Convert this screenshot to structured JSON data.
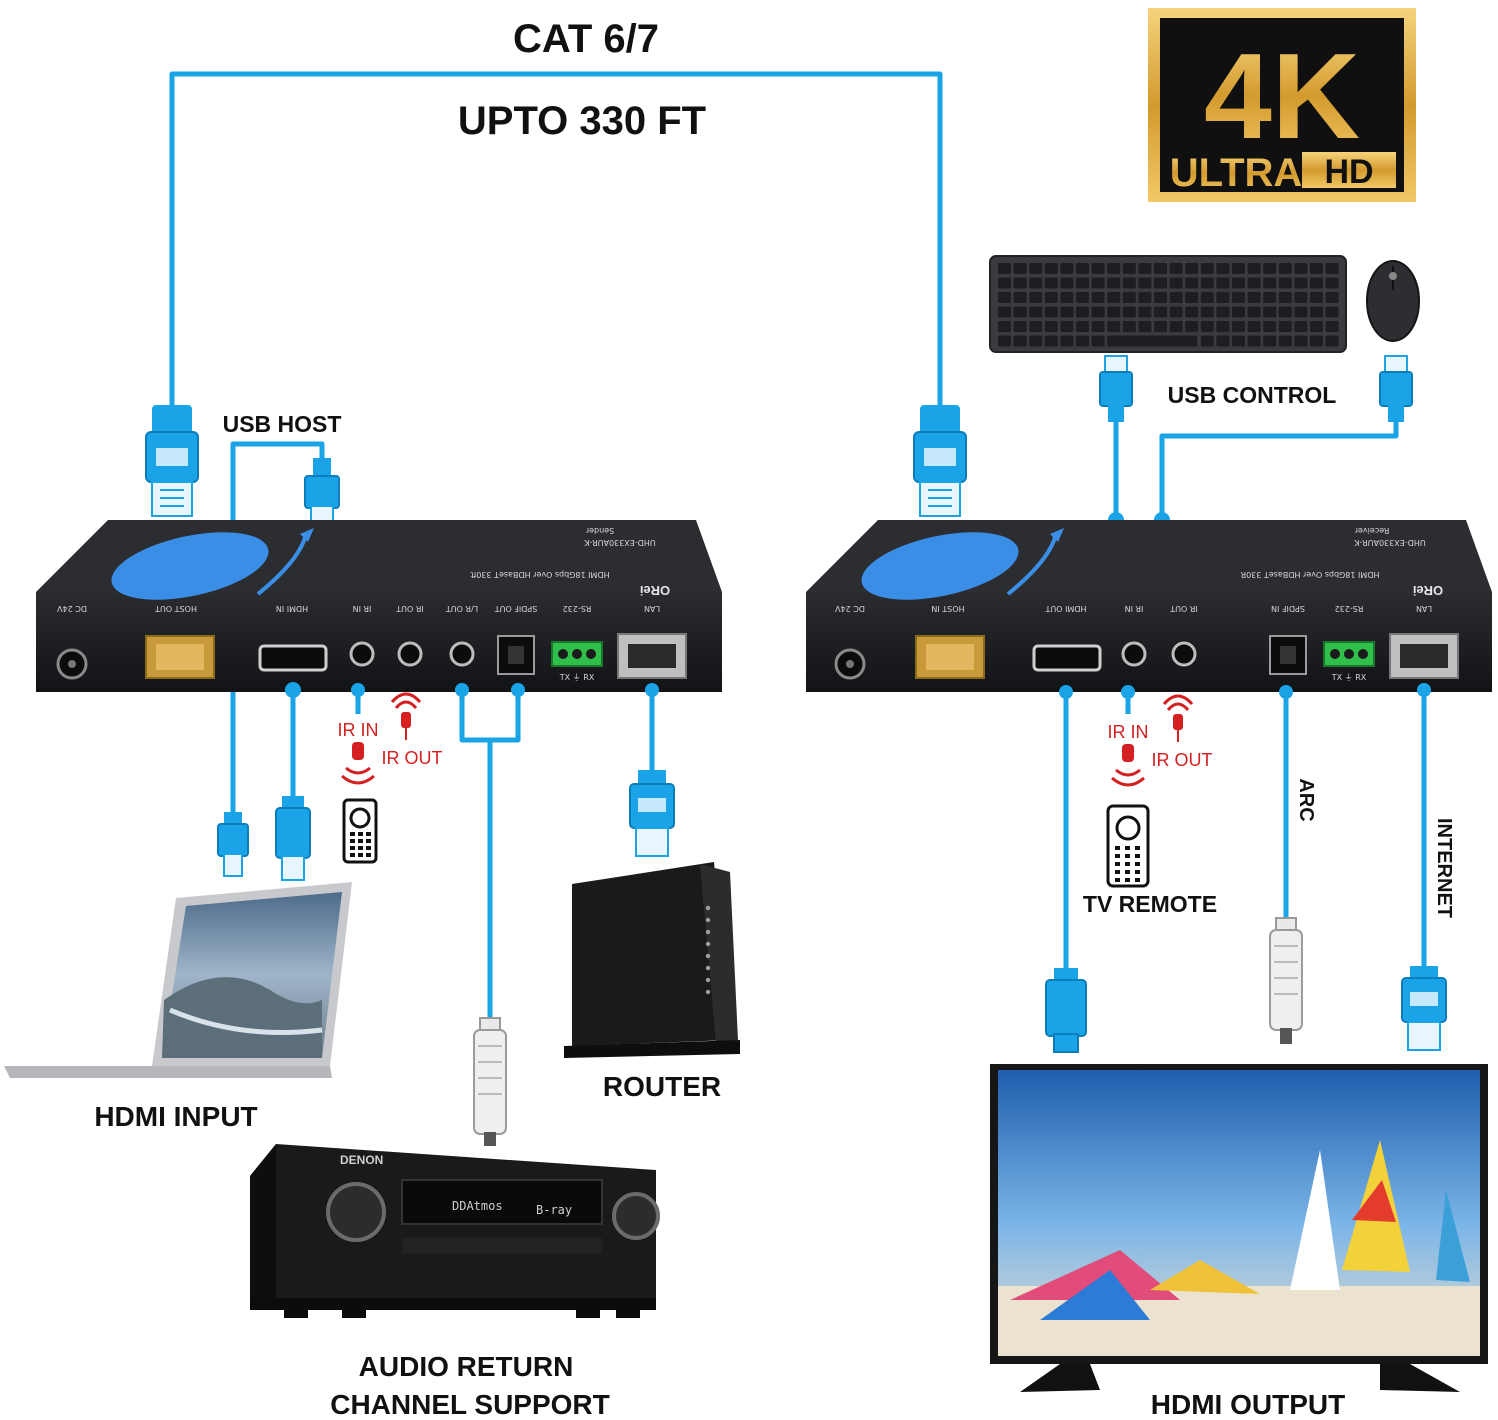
{
  "header": {
    "cable_type": "CAT 6/7",
    "distance": "UPTO 330 FT"
  },
  "badge": {
    "big": "4K",
    "small_left": "ULTRA",
    "small_right": "HD"
  },
  "labels": {
    "usb_host": "USB HOST",
    "usb_control": "USB CONTROL",
    "hdmi_input": "HDMI INPUT",
    "router": "ROUTER",
    "audio_return_1": "AUDIO RETURN",
    "audio_return_2": "CHANNEL SUPPORT",
    "hdmi_output": "HDMI OUTPUT",
    "tv_remote": "TV REMOTE",
    "arc": "ARC",
    "internet": "INTERNET",
    "ir_in": "IR IN",
    "ir_out": "IR OUT"
  },
  "sender": {
    "model": "UHD-EX330AUR-K",
    "role": "Sender",
    "description": "HDMI 18Gbps Over HDBaseT 330ft",
    "ports": [
      "DC 24V",
      "HOST OUT",
      "HDMI IN",
      "IR IN",
      "IR OUT",
      "L/R OUT",
      "SPDIF OUT",
      "RS-232",
      "LAN"
    ],
    "terminal": "TX ⏚ RX"
  },
  "receiver": {
    "model": "UHD-EX330AUR-K",
    "role": "Receiver",
    "description": "HDMI 18Gbps Over HDBaseT 330R",
    "ports": [
      "DC 24V",
      "HOST IN",
      "HDMI OUT",
      "IR IN",
      "IR OUT",
      "SPDIF IN",
      "RS-232",
      "LAN"
    ],
    "terminal": "TX ⏚ RX"
  },
  "brand": "ORei",
  "avr": {
    "brand": "DENON",
    "display_left": "DDAtmos",
    "display_right": "B-ray"
  },
  "colors": {
    "cable": "#1aa3e6",
    "ir_red": "#d42020",
    "device_body": "#1c1d20",
    "brand_blue": "#3a8ee6",
    "badge_gold": "#d9a43a"
  }
}
